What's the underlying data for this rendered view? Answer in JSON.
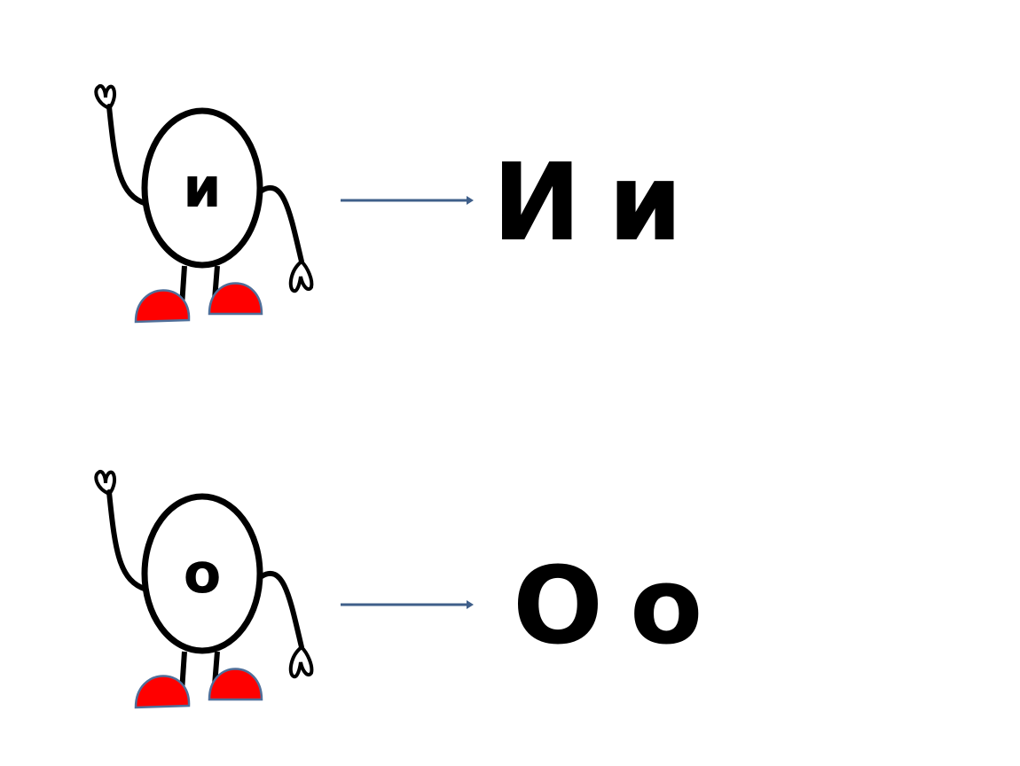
{
  "colors": {
    "shoe": "#ff0000",
    "shoe_outline": "#4f6f9a",
    "arrow": "#3f5f8a",
    "ink": "#000000"
  },
  "rows": [
    {
      "face_letter": "и",
      "upper": "И",
      "lower": "и"
    },
    {
      "face_letter": "о",
      "upper": "О",
      "lower": "о"
    }
  ]
}
